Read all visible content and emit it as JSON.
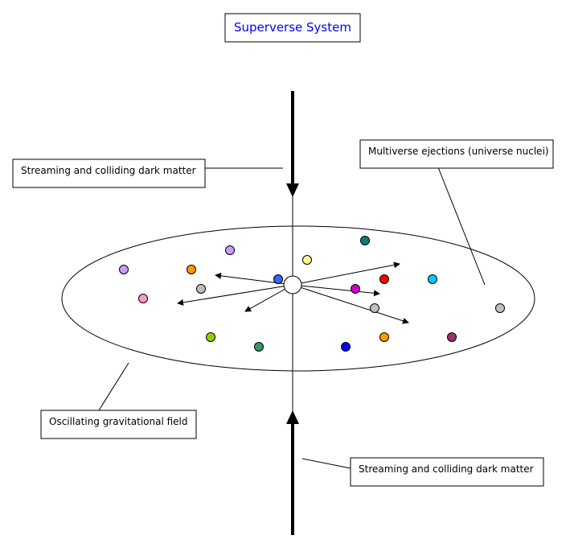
{
  "title": {
    "text": "Superverse System",
    "color": "#0000ff"
  },
  "labels": {
    "dark_matter_top": "Streaming and colliding dark matter",
    "dark_matter_bottom": "Streaming and colliding dark matter",
    "multiverse": "Multiverse ejections (universe nuclei)",
    "field": "Oscillating gravitational field"
  },
  "colors": {
    "line": "#000000",
    "center_node": "#ffffff"
  },
  "universe_nuclei": [
    {
      "id": "teal-top",
      "color": "#008080"
    },
    {
      "id": "lavender",
      "color": "#cc99ff"
    },
    {
      "id": "light-yellow",
      "color": "#ffff99"
    },
    {
      "id": "violet",
      "color": "#cc99ff"
    },
    {
      "id": "orange-left",
      "color": "#ff9900"
    },
    {
      "id": "gray-left",
      "color": "#c0c0c0"
    },
    {
      "id": "blue-center",
      "color": "#3366ff"
    },
    {
      "id": "pink",
      "color": "#ff99cc"
    },
    {
      "id": "magenta",
      "color": "#cc00cc"
    },
    {
      "id": "red",
      "color": "#ff0000"
    },
    {
      "id": "cyan",
      "color": "#00ccff"
    },
    {
      "id": "gray-right",
      "color": "#c0c0c0"
    },
    {
      "id": "gray-far-right",
      "color": "#c0c0c0"
    },
    {
      "id": "yellow-green",
      "color": "#99cc00"
    },
    {
      "id": "sea-green",
      "color": "#339966"
    },
    {
      "id": "navy-blue",
      "color": "#0000ff"
    },
    {
      "id": "orange-right",
      "color": "#ff9900"
    },
    {
      "id": "plum",
      "color": "#993366"
    }
  ]
}
